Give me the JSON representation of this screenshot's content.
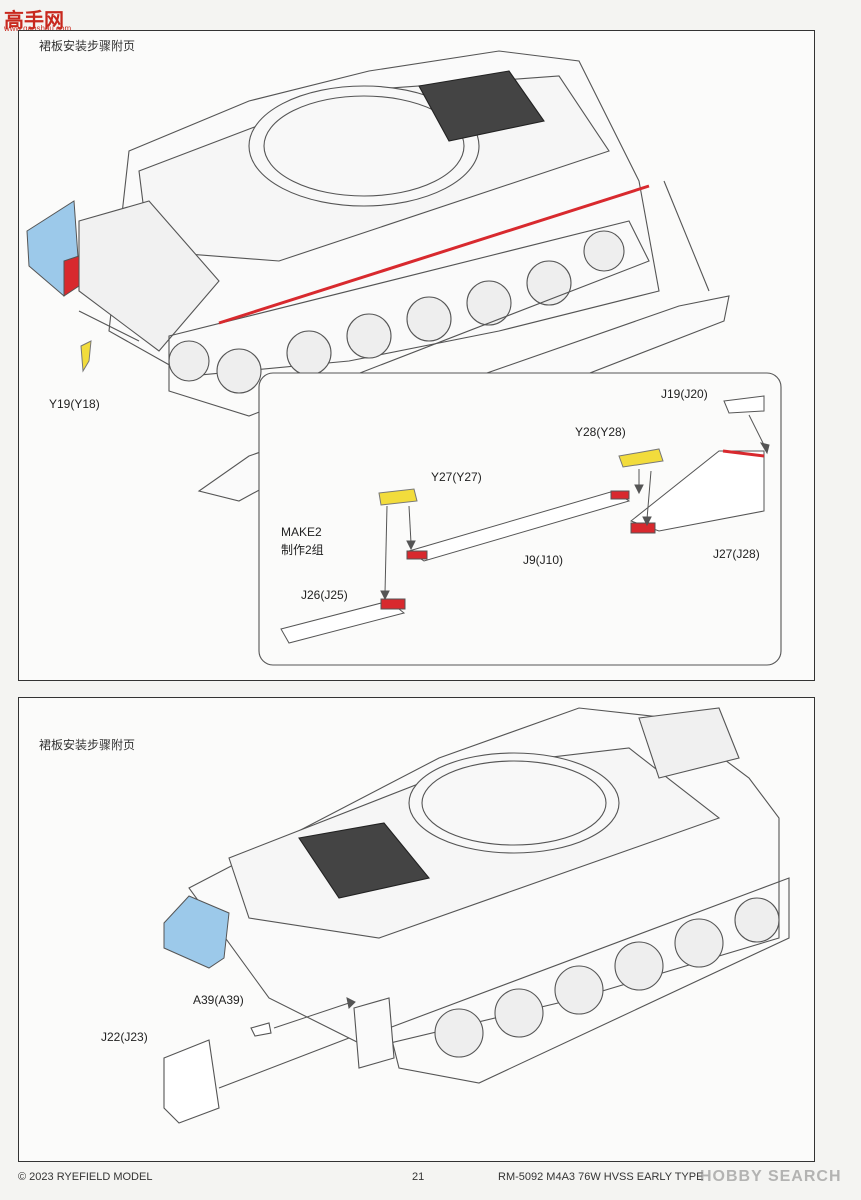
{
  "watermark_top": {
    "title": "高手网",
    "domain": "www.gaoshou.com"
  },
  "panel_top": {
    "title": "裙板安装步骤附页",
    "callouts": {
      "y19": "Y19(Y18)",
      "j19": "J19(J20)",
      "y28": "Y28(Y28)",
      "y27": "Y27(Y27)",
      "make2": "MAKE2",
      "make2_cn": "制作2组",
      "j9": "J9(J10)",
      "j27": "J27(J28)",
      "j26": "J26(J25)"
    }
  },
  "panel_bottom": {
    "title": "裙板安装步骤附页",
    "callouts": {
      "a39": "A39(A39)",
      "j22": "J22(J23)"
    }
  },
  "footer": {
    "copyright": "© 2023 RYEFIELD MODEL",
    "page_number": "21",
    "product": "RM-5092 M4A3 76W HVSS EARLY TYPE"
  },
  "watermark_bottom": "HOBBY SEARCH",
  "colors": {
    "part_red": "#d8292e",
    "part_yellow": "#f2dc3c",
    "part_blue": "#9cc9ea",
    "line": "#555555"
  },
  "icons": [
    "tank-hull-illustration",
    "skirt-plate-illustration",
    "arrow-icon"
  ]
}
